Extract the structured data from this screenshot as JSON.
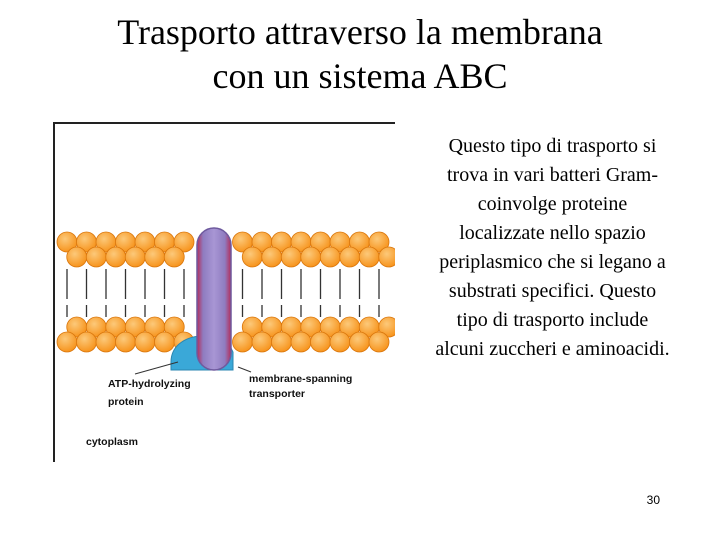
{
  "slide": {
    "title_line1": "Trasporto attraverso la membrana",
    "title_line2": "con un sistema ABC",
    "body_text": "Questo tipo di trasporto si trova in vari batteri Gram- coinvolge proteine localizzate nello spazio periplasmico che si legano a substrati specifici. Questo tipo di trasporto include alcuni zuccheri e aminoacidi.",
    "page_number": "30"
  },
  "figure": {
    "label_atp_line1": "ATP-hydrolyzing",
    "label_atp_line2": "protein",
    "label_transporter_line1": "membrane-spanning",
    "label_transporter_line2": "transporter",
    "label_cytoplasm": "cytoplasm",
    "colors": {
      "lipid_head": "#f7941d",
      "lipid_head_highlight": "#fcc97a",
      "transporter": "#9b86c8",
      "transporter_edge": "#b42c5a",
      "atp_protein": "#3aa8d8",
      "tail": "#333333"
    }
  }
}
